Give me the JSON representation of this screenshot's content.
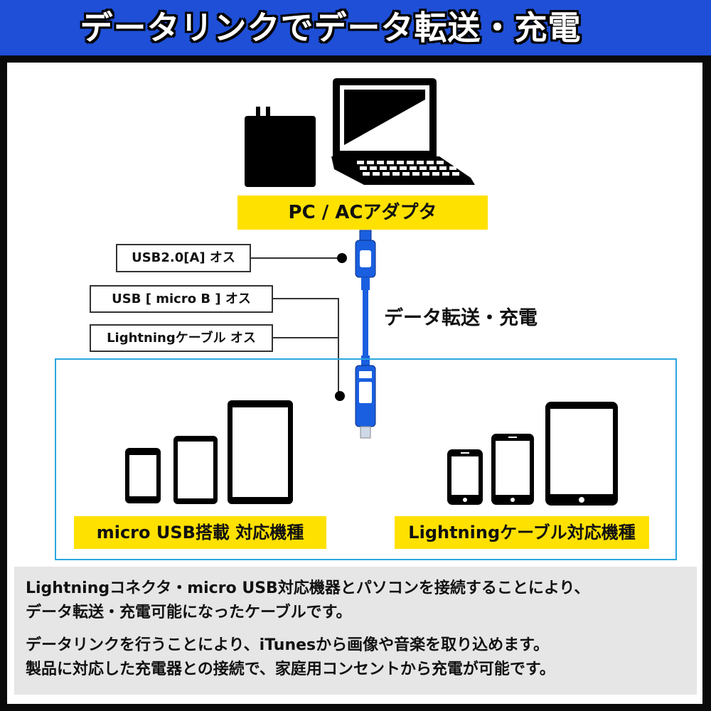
{
  "header": {
    "title": "データリンクでデータ転送・充電"
  },
  "source_label": "PC / ACアダプタ",
  "callouts": {
    "usb_a": "USB2.0[A] オス",
    "micro_b": "USB [ micro B ]  オス",
    "lightning": "Lightningケーブル オス"
  },
  "flow_label": "データ転送・充電",
  "targets": {
    "micro_usb": "micro USB搭載 対応機種",
    "lightning": "Lightningケーブル対応機種"
  },
  "description": {
    "p1_line1": "Lightningコネクタ・micro USB対応機器とパソコンを接続することにより、",
    "p1_line2": "データ転送・充電可能になったケーブルです。",
    "p2_line1": "データリンクを行うことにより、iTunesから画像や音楽を取り込めます。",
    "p2_line2": "製品に対応した充電器との接続で、家庭用コンセントから充電が可能です。"
  },
  "colors": {
    "header": "#1e4fd6",
    "highlight": "#ffe100",
    "cable": "#1a5fe0",
    "device_frame": "#2aa7de"
  },
  "icons": [
    "ac-adapter-icon",
    "laptop-icon",
    "smartphone-icon",
    "tablet-icon",
    "usb-cable-icon"
  ]
}
